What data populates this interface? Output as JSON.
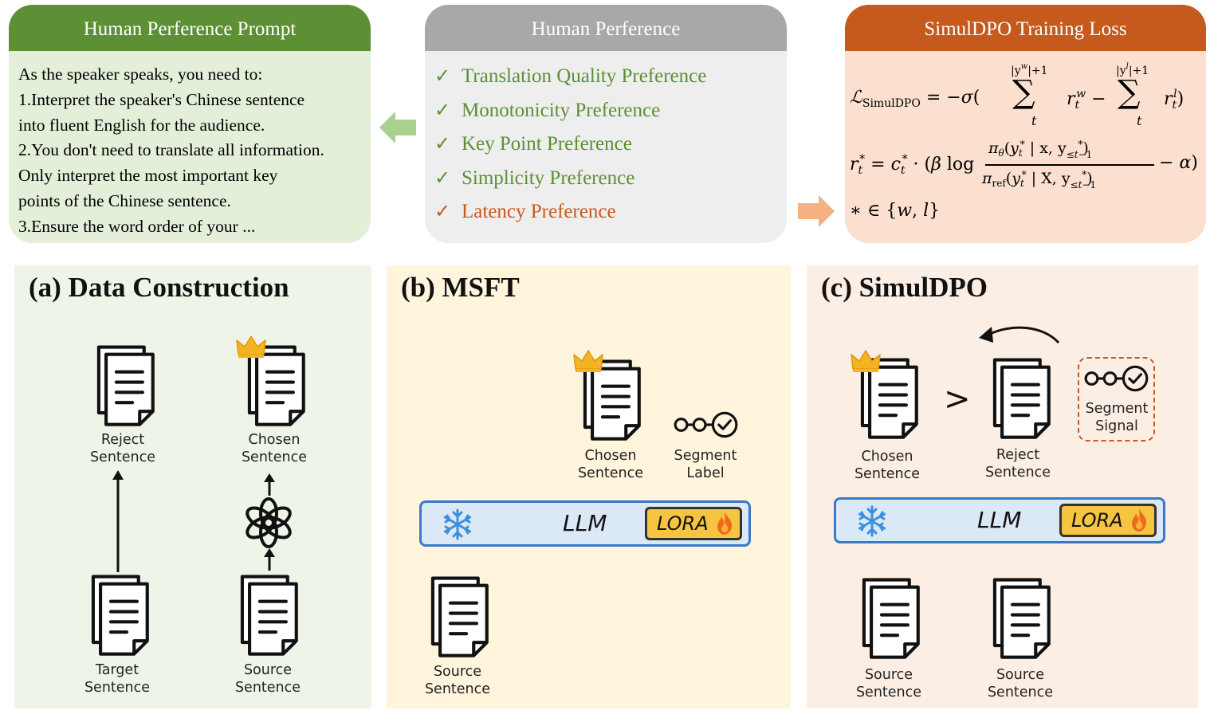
{
  "prompt_card": {
    "title": "Human Perference Prompt",
    "lines": [
      "As the speaker speaks, you need to:",
      "1.Interpret the speaker's Chinese sentence",
      "into fluent English for the audience.",
      "2.You don't need to translate all information.",
      "Only interpret the most important key",
      "points of the Chinese sentence.",
      "3.Ensure the word order of your ..."
    ]
  },
  "preference_card": {
    "title": "Human Perference",
    "check": "✓",
    "items": [
      "Translation Quality Preference",
      "Monotonicity Preference",
      "Key Point Preference",
      "Simplicity Preference",
      "Latency Preference"
    ]
  },
  "loss_card": {
    "title": "SimulDPO Training Loss"
  },
  "panels": {
    "a": {
      "title": "(a) Data Construction",
      "reject": [
        "Reject",
        "Sentence"
      ],
      "chosen": [
        "Chosen",
        "Sentence"
      ],
      "target": [
        "Target",
        "Sentence"
      ],
      "source": [
        "Source",
        "Sentence"
      ]
    },
    "b": {
      "title": "(b) MSFT",
      "chosen": [
        "Chosen",
        "Sentence"
      ],
      "segment": [
        "Segment",
        "Label"
      ],
      "llm": "LLM",
      "lora": "LORA",
      "source": [
        "Source",
        "Sentence"
      ]
    },
    "c": {
      "title": "(c) SimulDPO",
      "chosen": [
        "Chosen",
        "Sentence"
      ],
      "reject": [
        "Reject",
        "Sentence"
      ],
      "gt": ">",
      "signal": [
        "Segment",
        "Signal"
      ],
      "llm": "LLM",
      "lora": "LORA",
      "source1": [
        "Source",
        "Sentence"
      ],
      "source2": [
        "Source",
        "Sentence"
      ]
    }
  },
  "colors": {
    "green": "#5d8f35",
    "gray": "#a8a8a8",
    "orange": "#c55a1c",
    "blue": "#3a78c9",
    "gold": "#f5c542"
  }
}
